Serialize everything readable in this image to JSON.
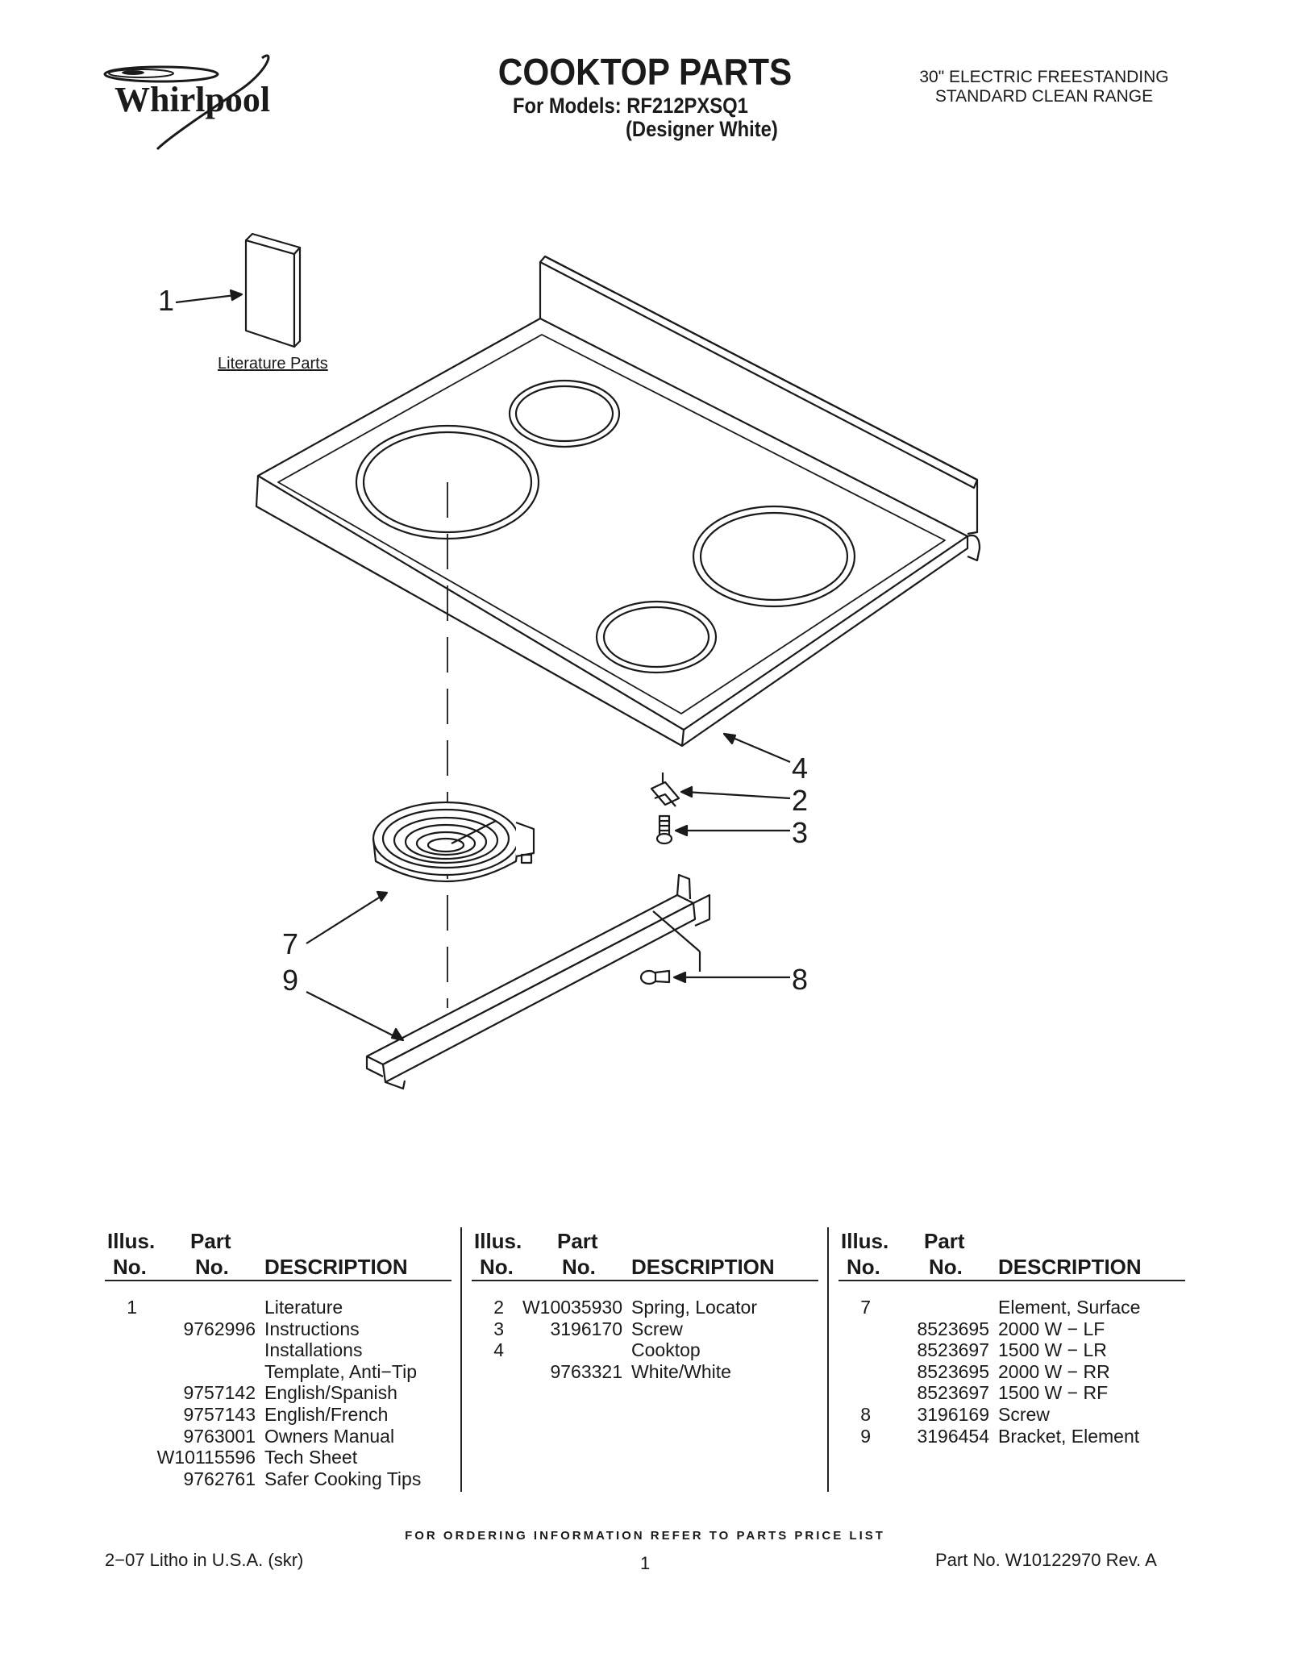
{
  "header": {
    "brand": "Whirlpool",
    "title": "COOKTOP PARTS",
    "models_label": "For Models: RF212PXSQ1",
    "model_color": "(Designer White)",
    "range_line1": "30\" ELECTRIC FREESTANDING",
    "range_line2": "STANDARD CLEAN RANGE"
  },
  "diagram": {
    "literature_label": "Literature Parts",
    "callouts": [
      "1",
      "4",
      "2",
      "3",
      "7",
      "9",
      "8"
    ]
  },
  "table_headers": {
    "illus_line1": "Illus.",
    "illus_line2": "No.",
    "part_line1": "Part",
    "part_line2": "No.",
    "description": "DESCRIPTION"
  },
  "parts_columns": [
    [
      {
        "illus": "1",
        "part": "",
        "desc": "Literature"
      },
      {
        "illus": "",
        "part": "9762996",
        "desc": "Instructions"
      },
      {
        "illus": "",
        "part": "",
        "desc": "Installations"
      },
      {
        "illus": "",
        "part": "",
        "desc": "Template, Anti−Tip"
      },
      {
        "illus": "",
        "part": "9757142",
        "desc": "English/Spanish"
      },
      {
        "illus": "",
        "part": "9757143",
        "desc": "English/French"
      },
      {
        "illus": "",
        "part": "9763001",
        "desc": "Owners Manual"
      },
      {
        "illus": "",
        "part": "W10115596",
        "desc": "Tech Sheet"
      },
      {
        "illus": "",
        "part": "9762761",
        "desc": "Safer Cooking Tips"
      }
    ],
    [
      {
        "illus": "2",
        "part": "W10035930",
        "desc": "Spring, Locator"
      },
      {
        "illus": "3",
        "part": "3196170",
        "desc": "Screw"
      },
      {
        "illus": "4",
        "part": "",
        "desc": "Cooktop"
      },
      {
        "illus": "",
        "part": "9763321",
        "desc": "White/White"
      }
    ],
    [
      {
        "illus": "7",
        "part": "",
        "desc": "Element, Surface"
      },
      {
        "illus": "",
        "part": "8523695",
        "desc": "2000 W − LF"
      },
      {
        "illus": "",
        "part": "8523697",
        "desc": "1500 W − LR"
      },
      {
        "illus": "",
        "part": "8523695",
        "desc": "2000 W − RR"
      },
      {
        "illus": "",
        "part": "8523697",
        "desc": "1500 W − RF"
      },
      {
        "illus": "8",
        "part": "3196169",
        "desc": "Screw"
      },
      {
        "illus": "9",
        "part": "3196454",
        "desc": "Bracket, Element"
      }
    ]
  ],
  "footer": {
    "ordering_note": "FOR ORDERING INFORMATION REFER TO PARTS PRICE LIST",
    "litho": "2−07 Litho in U.S.A. (skr)",
    "page": "1",
    "part_no": "Part No. W10122970 Rev. A"
  }
}
